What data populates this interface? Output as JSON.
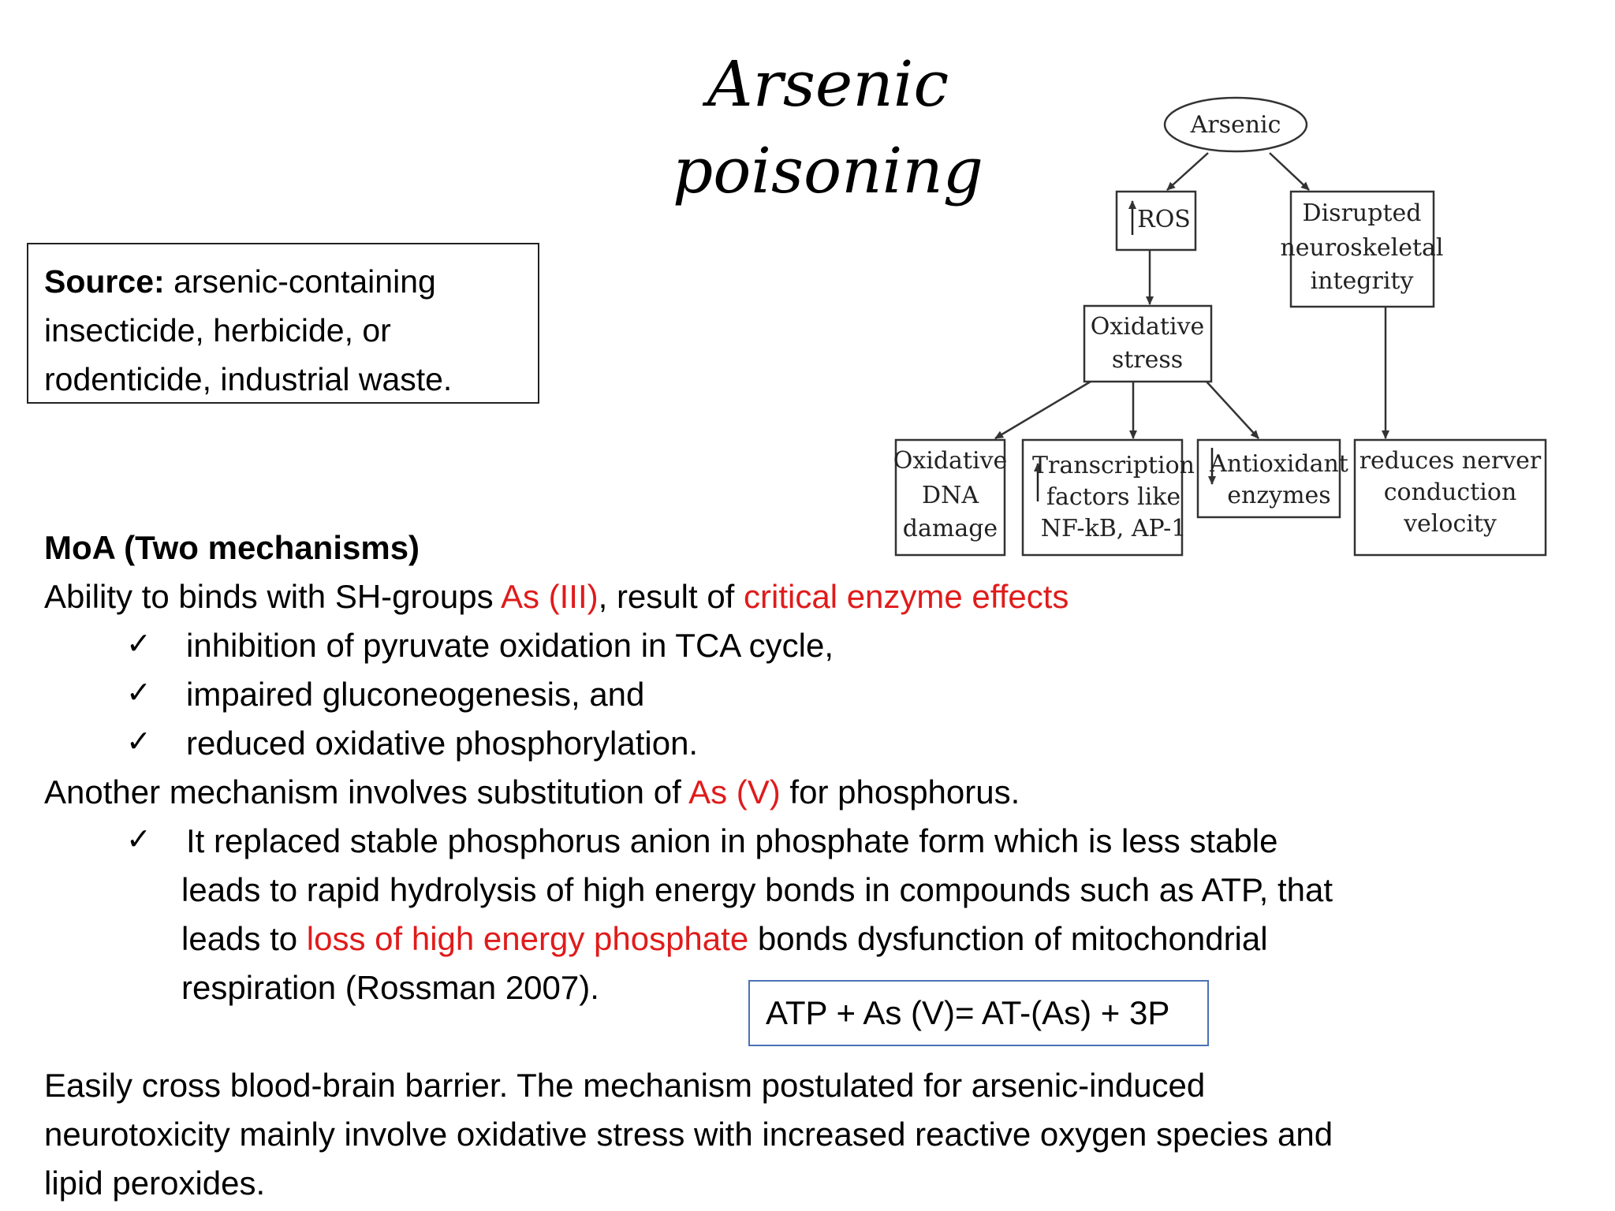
{
  "title": "Arsenic poisoning",
  "source": {
    "label": "Source:",
    "lines": [
      "arsenic-containing",
      "insecticide, herbicide, or",
      "rodenticide, industrial waste."
    ]
  },
  "moa": {
    "heading": "MoA (Two mechanisms)",
    "line1": {
      "pre": "Ability to binds with SH-groups ",
      "red1": "As (III)",
      "mid": ", result of ",
      "red2": "critical enzyme effects"
    },
    "check_symbol": "✓",
    "effects": [
      "inhibition of pyruvate oxidation in TCA cycle,",
      "impaired gluconeogenesis, and",
      "reduced oxidative phosphorylation."
    ],
    "line2": {
      "pre": "Another mechanism involves substitution of ",
      "red": "As (V)",
      "post": " for phosphorus."
    },
    "replaced": {
      "l1": "It replaced stable phosphorus anion in phosphate form which is less stable",
      "l2": "leads to rapid hydrolysis of high energy bonds in compounds such as ATP, that",
      "l3_pre": "leads to ",
      "l3_red": "loss of high energy phosphate",
      "l3_post": " bonds dysfunction of mitochondrial",
      "l4": "respiration (Rossman 2007)."
    }
  },
  "equation": "ATP + As (V)= AT-(As) + 3P",
  "bbb": [
    "Easily cross blood-brain barrier. The mechanism postulated for arsenic-induced",
    "neurotoxicity mainly involve oxidative stress with increased reactive oxygen species and",
    "lipid peroxides."
  ],
  "diagram": {
    "arsenic": "Arsenic",
    "ros": "ROS",
    "disrupted": [
      "Disrupted",
      "neuroskeletal",
      "integrity"
    ],
    "oxidative_stress": [
      "Oxidative",
      "stress"
    ],
    "dna_damage": [
      "Oxidative",
      "DNA",
      "damage"
    ],
    "transcription": [
      "Transcription",
      "factors like",
      "NF-kB, AP-1"
    ],
    "antioxidant": [
      "Antioxidant",
      "enzymes"
    ],
    "nerve": [
      "reduces nerver",
      "conduction",
      "velocity"
    ],
    "colors": {
      "red": "#e01b1b",
      "equation_border": "#4a72b6"
    }
  }
}
